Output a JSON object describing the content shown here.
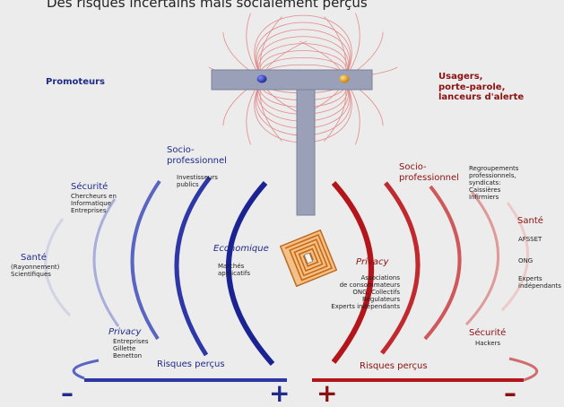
{
  "header": {
    "title": "Des risques incertains mais socialement perçus"
  },
  "labels": {
    "promoteurs": "Promoteurs",
    "usagers": [
      "Usagers,",
      "porte-parole,",
      "lanceurs d'alerte"
    ]
  },
  "left": {
    "sante": {
      "title": "Santé",
      "items": [
        "(Rayonnement)",
        "Scientifiques"
      ]
    },
    "securite": {
      "title": "Sécurité",
      "items": [
        "Chercheurs en",
        "Informatique",
        "Entreprises"
      ]
    },
    "socio": {
      "title": [
        "Socio-",
        "professionnel"
      ],
      "items": [
        "Investisseurs",
        "publics"
      ]
    },
    "economique": {
      "title": "Economique",
      "items": [
        "Marchés",
        "applicatifs"
      ]
    },
    "privacy": {
      "title": "Privacy",
      "items": [
        "Entreprises",
        "Gillette",
        "Benetton"
      ]
    },
    "risques": "Risques perçus",
    "minus": "–",
    "plus": "+"
  },
  "right": {
    "socio": {
      "title": [
        "Socio-",
        "professionnel"
      ],
      "items": [
        "Regroupements",
        "professionnels,",
        "syndicats:",
        "Caissières",
        "Infirmiers"
      ]
    },
    "sante": {
      "title": "Santé",
      "items": [
        "AFSSET",
        "ONG",
        "Experts",
        "indépendants"
      ]
    },
    "privacy": {
      "title": "Privacy",
      "items": [
        "Associations",
        "de consommateurs",
        "ONG, Collectifs",
        "Régulateurs",
        "Experts indépendants"
      ]
    },
    "securite": {
      "title": "Sécurité",
      "items": [
        "Hackers"
      ]
    },
    "risques": "Risques perçus",
    "plus": "+",
    "minus": "–"
  },
  "colors": {
    "blue": "#1f2f9c",
    "red": "#b01818",
    "field_lines": "#e07a7a",
    "bar": "#9aa0b8",
    "background": "#ececec"
  },
  "icons": {
    "chip": "rfid-chip-icon",
    "blue_pole": "blue-magnet-pole-icon",
    "orange_pole": "orange-magnet-pole-icon"
  }
}
